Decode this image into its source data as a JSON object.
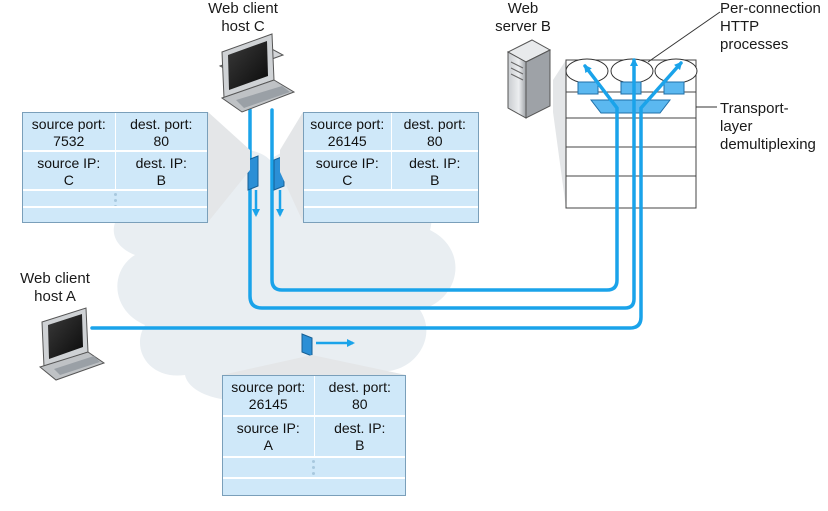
{
  "labels": {
    "host_c": [
      "Web client",
      "host C"
    ],
    "server_b": [
      "Web",
      "server B"
    ],
    "host_a": [
      "Web client",
      "host A"
    ],
    "per_connection": [
      "Per-connection",
      "HTTP",
      "processes"
    ],
    "demux": [
      "Transport-",
      "layer",
      "demultiplexing"
    ]
  },
  "segments": {
    "c_7532": {
      "source_port_label": "source port:",
      "source_port": "7532",
      "dest_port_label": "dest. port:",
      "dest_port": "80",
      "source_ip_label": "source IP:",
      "source_ip": "C",
      "dest_ip_label": "dest. IP:",
      "dest_ip": "B"
    },
    "c_26145": {
      "source_port_label": "source port:",
      "source_port": "26145",
      "dest_port_label": "dest. port:",
      "dest_port": "80",
      "source_ip_label": "source IP:",
      "source_ip": "C",
      "dest_ip_label": "dest. IP:",
      "dest_ip": "B"
    },
    "a_26145": {
      "source_port_label": "source port:",
      "source_port": "26145",
      "dest_port_label": "dest. port:",
      "dest_port": "80",
      "source_ip_label": "source IP:",
      "source_ip": "A",
      "dest_ip_label": "dest. IP:",
      "dest_ip": "B"
    }
  },
  "colors": {
    "wire": "#1aa3ea",
    "segment_fill": "#cfe8f9",
    "cloud": "#e9eef2",
    "packet": "#2b8fd6",
    "demux_box": "#5bb8f0"
  }
}
